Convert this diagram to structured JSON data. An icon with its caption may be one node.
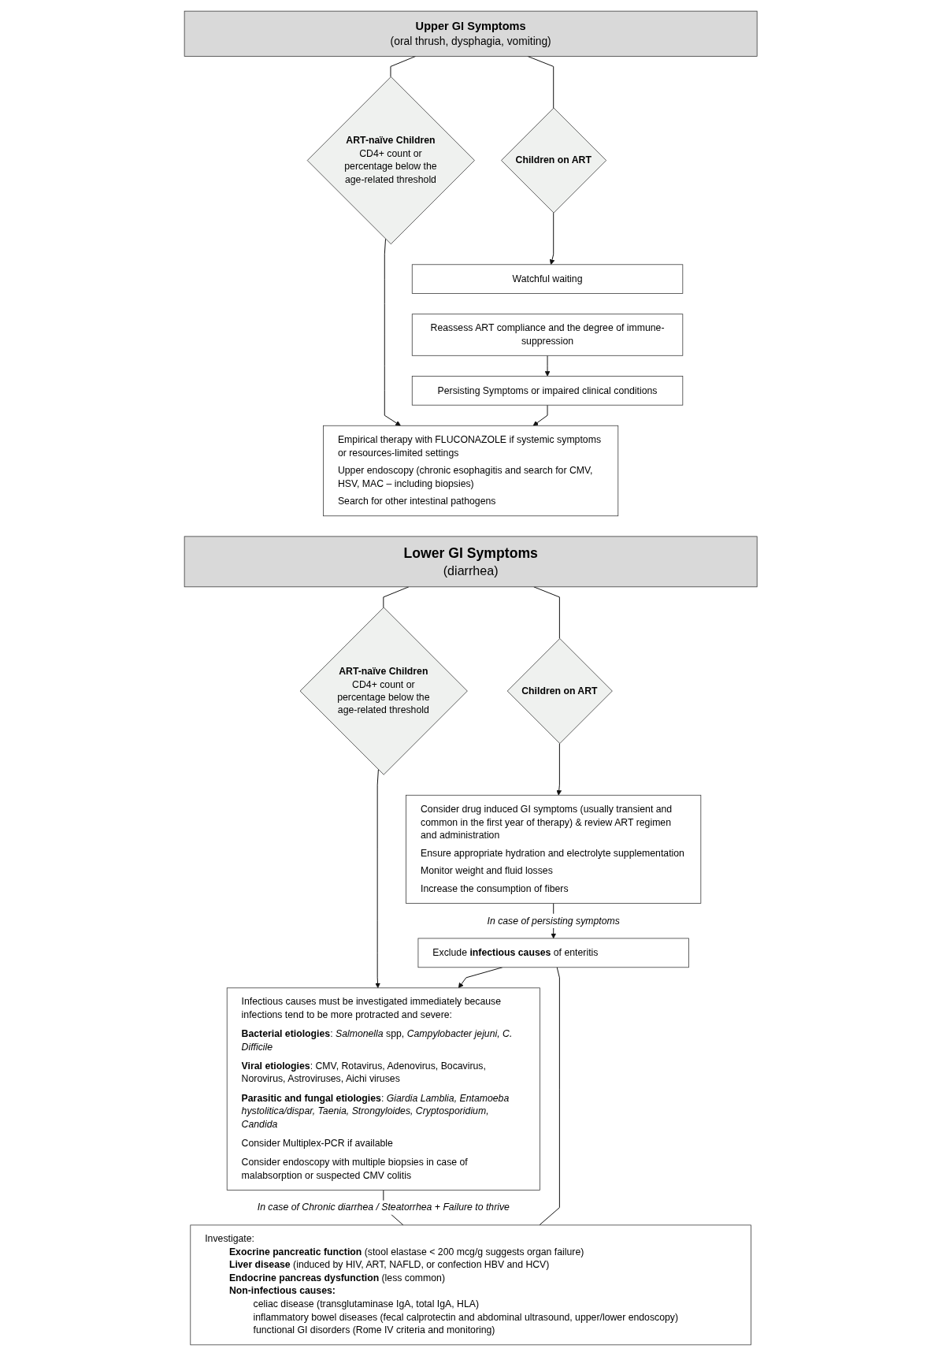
{
  "diagram": {
    "nodes": [
      {
        "text": [
          "Upper GI Symptoms",
          "(oral thrush, dysphagia, vomiting)"
        ]
      },
      {
        "text": [
          "ART-naïve Children",
          "CD4+ count or percentage below the age-related threshold"
        ]
      },
      {
        "text": [
          "Children on ART"
        ]
      },
      {
        "text": [
          "Empirical therapy with FLUCONAZOLE if systemic symptoms or resources-limited settings",
          "Upper endoscopy (chronic esophagitis and search for CMV, HSV, MAC – including biopsies)",
          "Search for other intestinal pathogens"
        ]
      },
      {
        "text": [
          "Watchful waiting"
        ]
      },
      {
        "text": [
          "Reassess ART compliance and the degree of immune-suppression"
        ]
      },
      {
        "text": [
          "Persisting Symptoms or impaired clinical conditions"
        ]
      },
      {
        "text": [
          "Lower GI Symptoms",
          "(diarrhea)"
        ]
      },
      {
        "text": [
          "ART-naïve Children",
          "CD4+ count or percentage below the age-related threshold"
        ]
      },
      {
        "text": [
          "Children on ART"
        ]
      },
      {
        "text": [
          "Infectious causes must be investigated immediately because infections tend to be more protracted and severe:",
          "**Bacterial etiologies**: *Salmonella* spp, *Campylobacter jejuni, C. Difficile*",
          "**Viral etiologies**: CMV, Rotavirus, Adenovirus, Bocavirus, Norovirus, Astroviruses, Aichi viruses",
          "**Parasitic and fungal etiologies**: *Giardia Lamblia, Entamoeba hystolitica/dispar, Taenia, Strongyloides, Cryptosporidium, Candida*",
          "Consider Multiplex-PCR if available",
          "Consider endoscopy with multiple biopsies in case of malabsorption or suspected CMV colitis"
        ]
      },
      {
        "text": [
          "Consider drug induced GI symptoms (usually transient and common in the first year of therapy) & review ART regimen and administration",
          "Ensure appropriate hydration and electrolyte supplementation",
          "Monitor weight and fluid losses",
          "Increase the consumption of fibers"
        ]
      },
      {
        "text": [
          "Exclude **infectious causes** of enteritis"
        ]
      },
      {
        "text": [
          "Investigate:",
          "**Exocrine pancreatic function** (stool elastase < 200 mcg/g suggests organ failure)",
          "**Liver disease** (induced by HIV, ART, NAFLD, or confection HBV and HCV)",
          "**Endocrine pancreas dysfunction** (less common)",
          "Non-infectious causes:",
          "celiac disease (transglutaminase IgA, total IgA, HLA)",
          "inflammatory bowel diseases (fecal calprotectin and abdominal ultrasound, upper/lower endoscopy)",
          "functional GI disorders (Rome IV criteria and monitoring)"
        ]
      }
    ],
    "edges": [
      {
        "from": 0,
        "to": 1,
        "arrow": "none"
      },
      {
        "from": 0,
        "to": 2,
        "arrow": "none"
      },
      {
        "from": 1,
        "to": 3,
        "arrow": "to"
      },
      {
        "from": 2,
        "to": 4,
        "arrow": "to"
      },
      {
        "from": 5,
        "to": 6,
        "arrow": "to"
      },
      {
        "from": 6,
        "to": 3,
        "arrow": "to"
      },
      {
        "from": 7,
        "to": 8,
        "arrow": "none"
      },
      {
        "from": 7,
        "to": 9,
        "arrow": "none"
      },
      {
        "from": 8,
        "to": 10,
        "arrow": "to"
      },
      {
        "from": 9,
        "to": 11,
        "arrow": "to"
      },
      {
        "from": 11,
        "to": 12,
        "arrow": "to",
        "label": "In case of persisting symptoms"
      },
      {
        "from": 12,
        "to": 10,
        "arrow": "to"
      },
      {
        "from": 10,
        "to": 13,
        "arrow": "none",
        "label": "In case of Chronic diarrhea / Steatorrhea + Failure to thrive"
      },
      {
        "from": 12,
        "to": 13,
        "arrow": "none"
      }
    ]
  }
}
